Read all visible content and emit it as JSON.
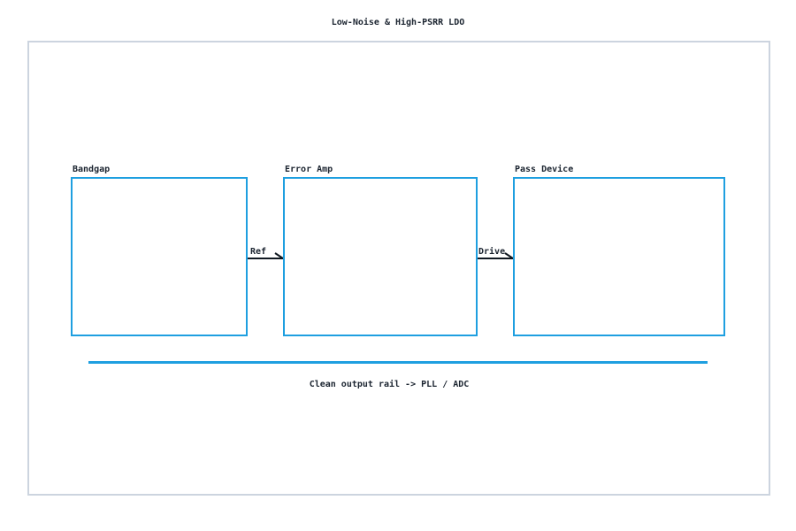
{
  "title": "Low-Noise & High-PSRR LDO",
  "diagram": {
    "nodes": [
      {
        "label": "Bandgap"
      },
      {
        "label": "Error Amp"
      },
      {
        "label": "Pass Device"
      }
    ],
    "edges": [
      {
        "label": "Ref"
      },
      {
        "label": "Drive"
      }
    ],
    "rail_caption": "Clean output rail -> PLL / ADC"
  },
  "colors": {
    "node_border": "#1e9fe0",
    "rail": "#1e9fe0",
    "text": "#1b2430",
    "arrow": "#101821",
    "frame_border": "#ccd4df",
    "background": "#ffffff"
  }
}
